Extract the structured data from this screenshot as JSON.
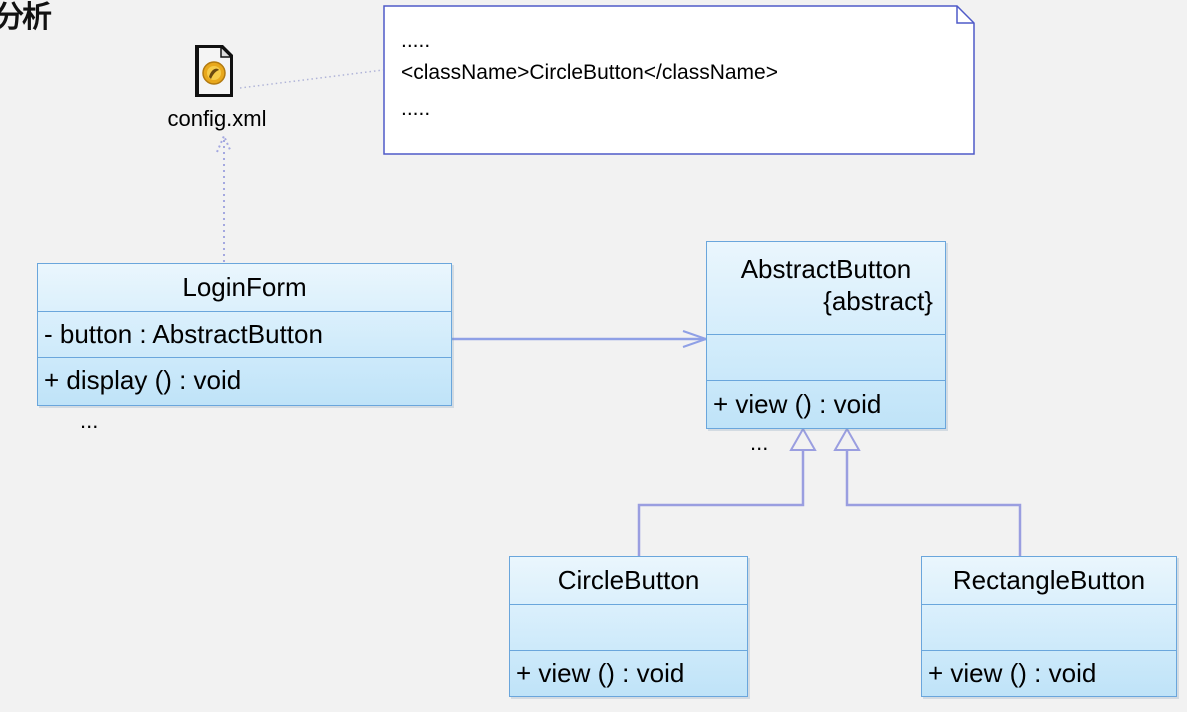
{
  "title_fragment": "分析",
  "config_file": {
    "label": "config.xml",
    "icon": "xml-document-icon"
  },
  "note": {
    "lines": [
      ".....",
      "<className>CircleButton</className>",
      "....."
    ]
  },
  "classes": {
    "login_form": {
      "name": "LoginForm",
      "attributes": [
        "- button : AbstractButton"
      ],
      "operations": [
        "+ display () : void"
      ],
      "ellipsis": "..."
    },
    "abstract_button": {
      "name": "AbstractButton",
      "stereotype": "{abstract}",
      "operations": [
        "+ view () : void"
      ],
      "ellipsis": "..."
    },
    "circle_button": {
      "name": "CircleButton",
      "operations": [
        "+ view () : void"
      ]
    },
    "rectangle_button": {
      "name": "RectangleButton",
      "operations": [
        "+ view () : void"
      ]
    }
  },
  "colors": {
    "class_border": "#6aa6dc",
    "connector": "#9a9ee0",
    "dependency_dots": "#9aa0d8",
    "background": "#f2f2f2"
  }
}
